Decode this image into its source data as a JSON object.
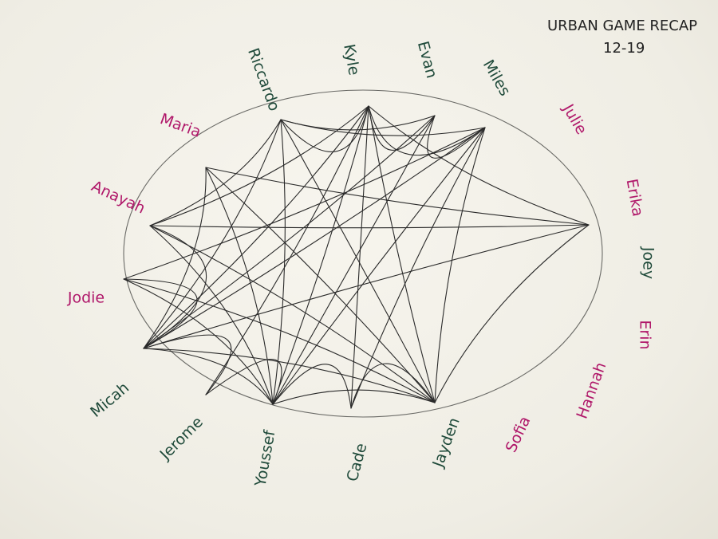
{
  "title": "URBAN GAME RECAP",
  "date": "12-19",
  "colors": {
    "pink": "#b0186a",
    "green": "#1f4a3a",
    "ink": "#2a2a2a"
  },
  "players": [
    {
      "name": "Riccardo",
      "color": "green"
    },
    {
      "name": "Kyle",
      "color": "green"
    },
    {
      "name": "Evan",
      "color": "green"
    },
    {
      "name": "Miles",
      "color": "green"
    },
    {
      "name": "Julie",
      "color": "pink"
    },
    {
      "name": "Erika",
      "color": "pink"
    },
    {
      "name": "Joey",
      "color": "green"
    },
    {
      "name": "Erin",
      "color": "pink"
    },
    {
      "name": "Hannah",
      "color": "pink"
    },
    {
      "name": "Sofia",
      "color": "pink"
    },
    {
      "name": "Jayden",
      "color": "green"
    },
    {
      "name": "Cade",
      "color": "green"
    },
    {
      "name": "Youssef",
      "color": "green"
    },
    {
      "name": "Jerome",
      "color": "green"
    },
    {
      "name": "Micah",
      "color": "green"
    },
    {
      "name": "Jodie",
      "color": "pink"
    },
    {
      "name": "Anayah",
      "color": "pink"
    },
    {
      "name": "Maria",
      "color": "pink"
    }
  ],
  "connections": [
    [
      "Riccardo",
      "Youssef"
    ],
    [
      "Riccardo",
      "Jayden"
    ],
    [
      "Riccardo",
      "Micah"
    ],
    [
      "Riccardo",
      "Anayah"
    ],
    [
      "Riccardo",
      "Kyle"
    ],
    [
      "Riccardo",
      "Evan"
    ],
    [
      "Riccardo",
      "Miles"
    ],
    [
      "Kyle",
      "Youssef"
    ],
    [
      "Kyle",
      "Micah"
    ],
    [
      "Kyle",
      "Jayden"
    ],
    [
      "Kyle",
      "Evan"
    ],
    [
      "Kyle",
      "Miles"
    ],
    [
      "Kyle",
      "Erika"
    ],
    [
      "Kyle",
      "Anayah"
    ],
    [
      "Kyle",
      "Cade"
    ],
    [
      "Kyle",
      "Jerome"
    ],
    [
      "Evan",
      "Youssef"
    ],
    [
      "Evan",
      "Micah"
    ],
    [
      "Evan",
      "Miles"
    ],
    [
      "Miles",
      "Micah"
    ],
    [
      "Miles",
      "Youssef"
    ],
    [
      "Miles",
      "Jayden"
    ],
    [
      "Miles",
      "Cade"
    ],
    [
      "Miles",
      "Jodie"
    ],
    [
      "Maria",
      "Jayden"
    ],
    [
      "Maria",
      "Youssef"
    ],
    [
      "Maria",
      "Micah"
    ],
    [
      "Maria",
      "Erika"
    ],
    [
      "Anayah",
      "Micah"
    ],
    [
      "Anayah",
      "Youssef"
    ],
    [
      "Anayah",
      "Erika"
    ],
    [
      "Anayah",
      "Jayden"
    ],
    [
      "Jodie",
      "Micah"
    ],
    [
      "Jodie",
      "Youssef"
    ],
    [
      "Jodie",
      "Jayden"
    ],
    [
      "Micah",
      "Jerome"
    ],
    [
      "Micah",
      "Youssef"
    ],
    [
      "Micah",
      "Jayden"
    ],
    [
      "Jerome",
      "Youssef"
    ],
    [
      "Youssef",
      "Cade"
    ],
    [
      "Cade",
      "Jayden"
    ],
    [
      "Youssef",
      "Jayden"
    ],
    [
      "Erika",
      "Jayden"
    ],
    [
      "Erika",
      "Micah"
    ]
  ]
}
